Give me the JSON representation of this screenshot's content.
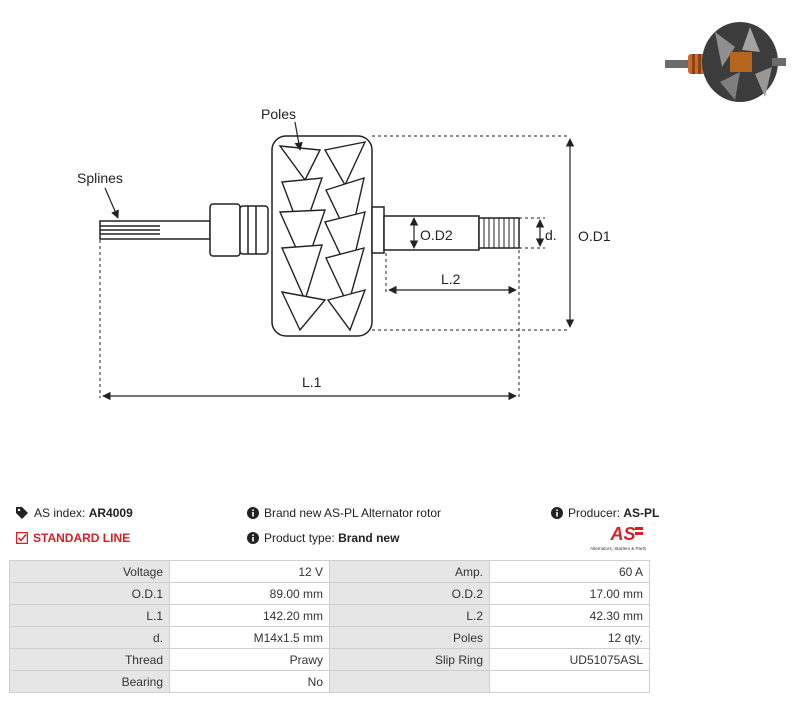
{
  "diagram": {
    "labels": {
      "poles": "Poles",
      "splines": "Splines",
      "od2": "O.D2",
      "d": "d.",
      "od1": "O.D1",
      "l2": "L.2",
      "l1": "L.1"
    }
  },
  "info": {
    "as_index_label": "AS index:",
    "as_index_value": "AR4009",
    "standard_line": "STANDARD LINE",
    "description": "Brand new AS-PL Alternator rotor",
    "product_type_label": "Product type:",
    "product_type_value": "Brand new",
    "producer_label": "Producer:",
    "producer_value": "AS-PL",
    "logo_text": "AS",
    "logo_subtext": "Alternators, Starters & Parts"
  },
  "colors": {
    "accent_red": "#d61f26",
    "header_cell": "#e6e6e6"
  },
  "specs": [
    {
      "k1": "Voltage",
      "v1": "12 V",
      "k2": "Amp.",
      "v2": "60 A"
    },
    {
      "k1": "O.D.1",
      "v1": "89.00 mm",
      "k2": "O.D.2",
      "v2": "17.00 mm"
    },
    {
      "k1": "L.1",
      "v1": "142.20 mm",
      "k2": "L.2",
      "v2": "42.30 mm"
    },
    {
      "k1": "d.",
      "v1": "M14x1.5 mm",
      "k2": "Poles",
      "v2": "12 qty."
    },
    {
      "k1": "Thread",
      "v1": "Prawy",
      "k2": "Slip Ring",
      "v2": "UD51075ASL"
    },
    {
      "k1": "Bearing",
      "v1": "No",
      "k2": "",
      "v2": ""
    }
  ]
}
